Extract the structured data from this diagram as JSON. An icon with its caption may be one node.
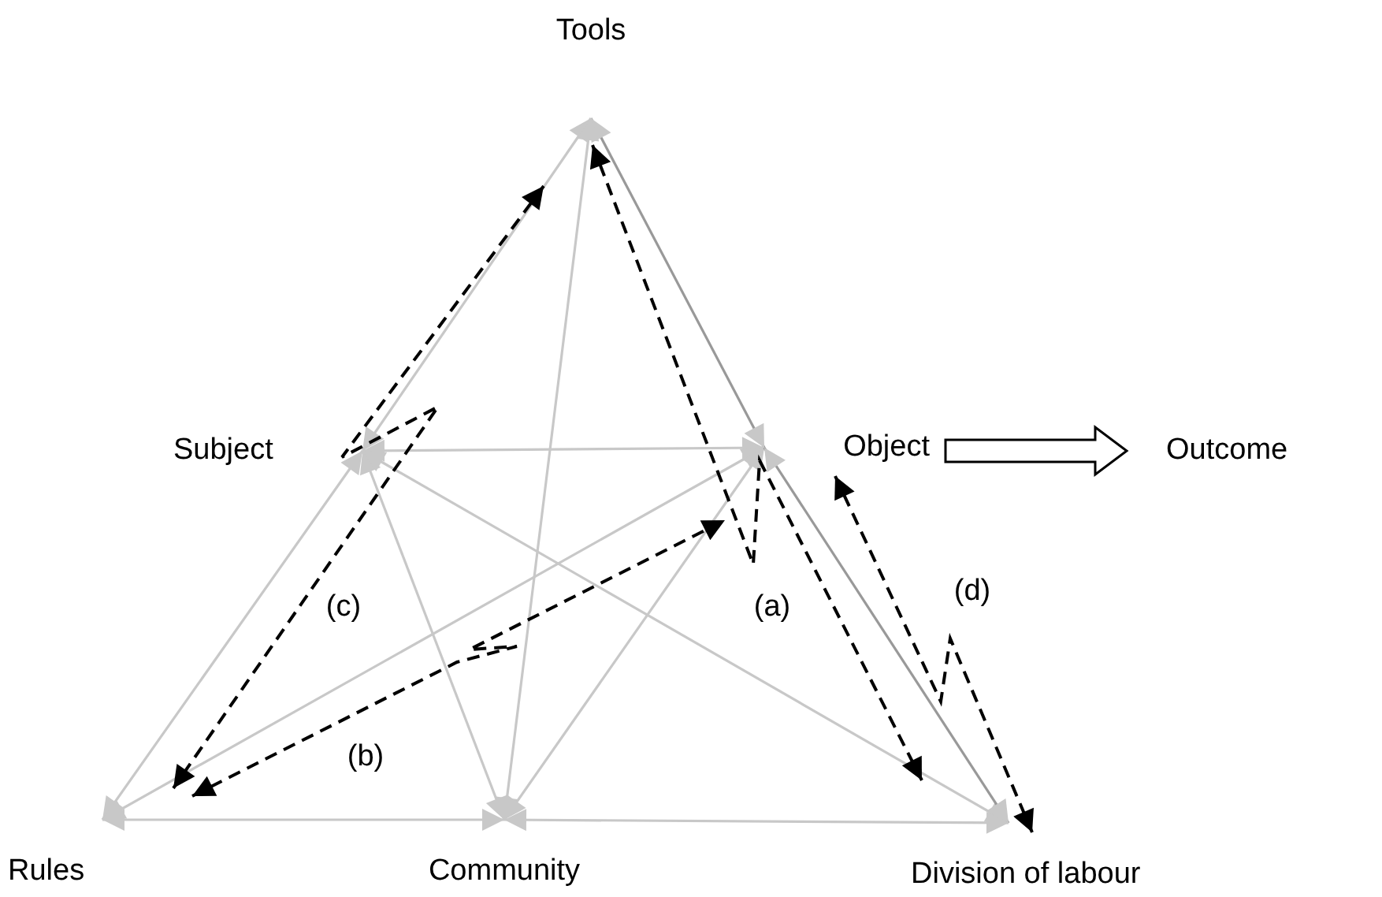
{
  "diagram": {
    "nodes": [
      {
        "text": [
          "Tools"
        ]
      },
      {
        "text": [
          "Subject"
        ]
      },
      {
        "text": [
          "Object"
        ]
      },
      {
        "text": [
          "Outcome"
        ]
      },
      {
        "text": [
          "Rules"
        ]
      },
      {
        "text": [
          "Community"
        ]
      },
      {
        "text": [
          "Division of labour"
        ]
      }
    ],
    "edges": [
      {
        "from": 0,
        "to": 1,
        "arrow": "both"
      },
      {
        "from": 0,
        "to": 2,
        "arrow": "both",
        "color": "#999999"
      },
      {
        "from": 0,
        "to": 5,
        "arrow": "both"
      },
      {
        "from": 1,
        "to": 2,
        "arrow": "both"
      },
      {
        "from": 1,
        "to": 4,
        "arrow": "both"
      },
      {
        "from": 1,
        "to": 5,
        "arrow": "both"
      },
      {
        "from": 1,
        "to": 6,
        "arrow": "both"
      },
      {
        "from": 2,
        "to": 4,
        "arrow": "both"
      },
      {
        "from": 2,
        "to": 5,
        "arrow": "both"
      },
      {
        "from": 2,
        "to": 6,
        "arrow": "both",
        "color": "#999999"
      },
      {
        "from": 4,
        "to": 5,
        "arrow": "both"
      },
      {
        "from": 5,
        "to": 6,
        "arrow": "both"
      },
      {
        "from": 0,
        "to": 6,
        "arrow": "both",
        "style": "dashed",
        "color": "#000000",
        "label": "(a)"
      },
      {
        "from": 4,
        "to": 2,
        "arrow": "both",
        "style": "dashed",
        "color": "#000000",
        "label": "(b)"
      },
      {
        "from": 0,
        "to": 4,
        "arrow": "both",
        "style": "dashed",
        "color": "#000000",
        "label": "(c)"
      },
      {
        "from": 2,
        "to": 6,
        "arrow": "both",
        "style": "dashed",
        "color": "#000000",
        "label": "(d)"
      },
      {
        "from": 2,
        "to": 3,
        "arrow": "to",
        "style": "thick"
      }
    ]
  }
}
